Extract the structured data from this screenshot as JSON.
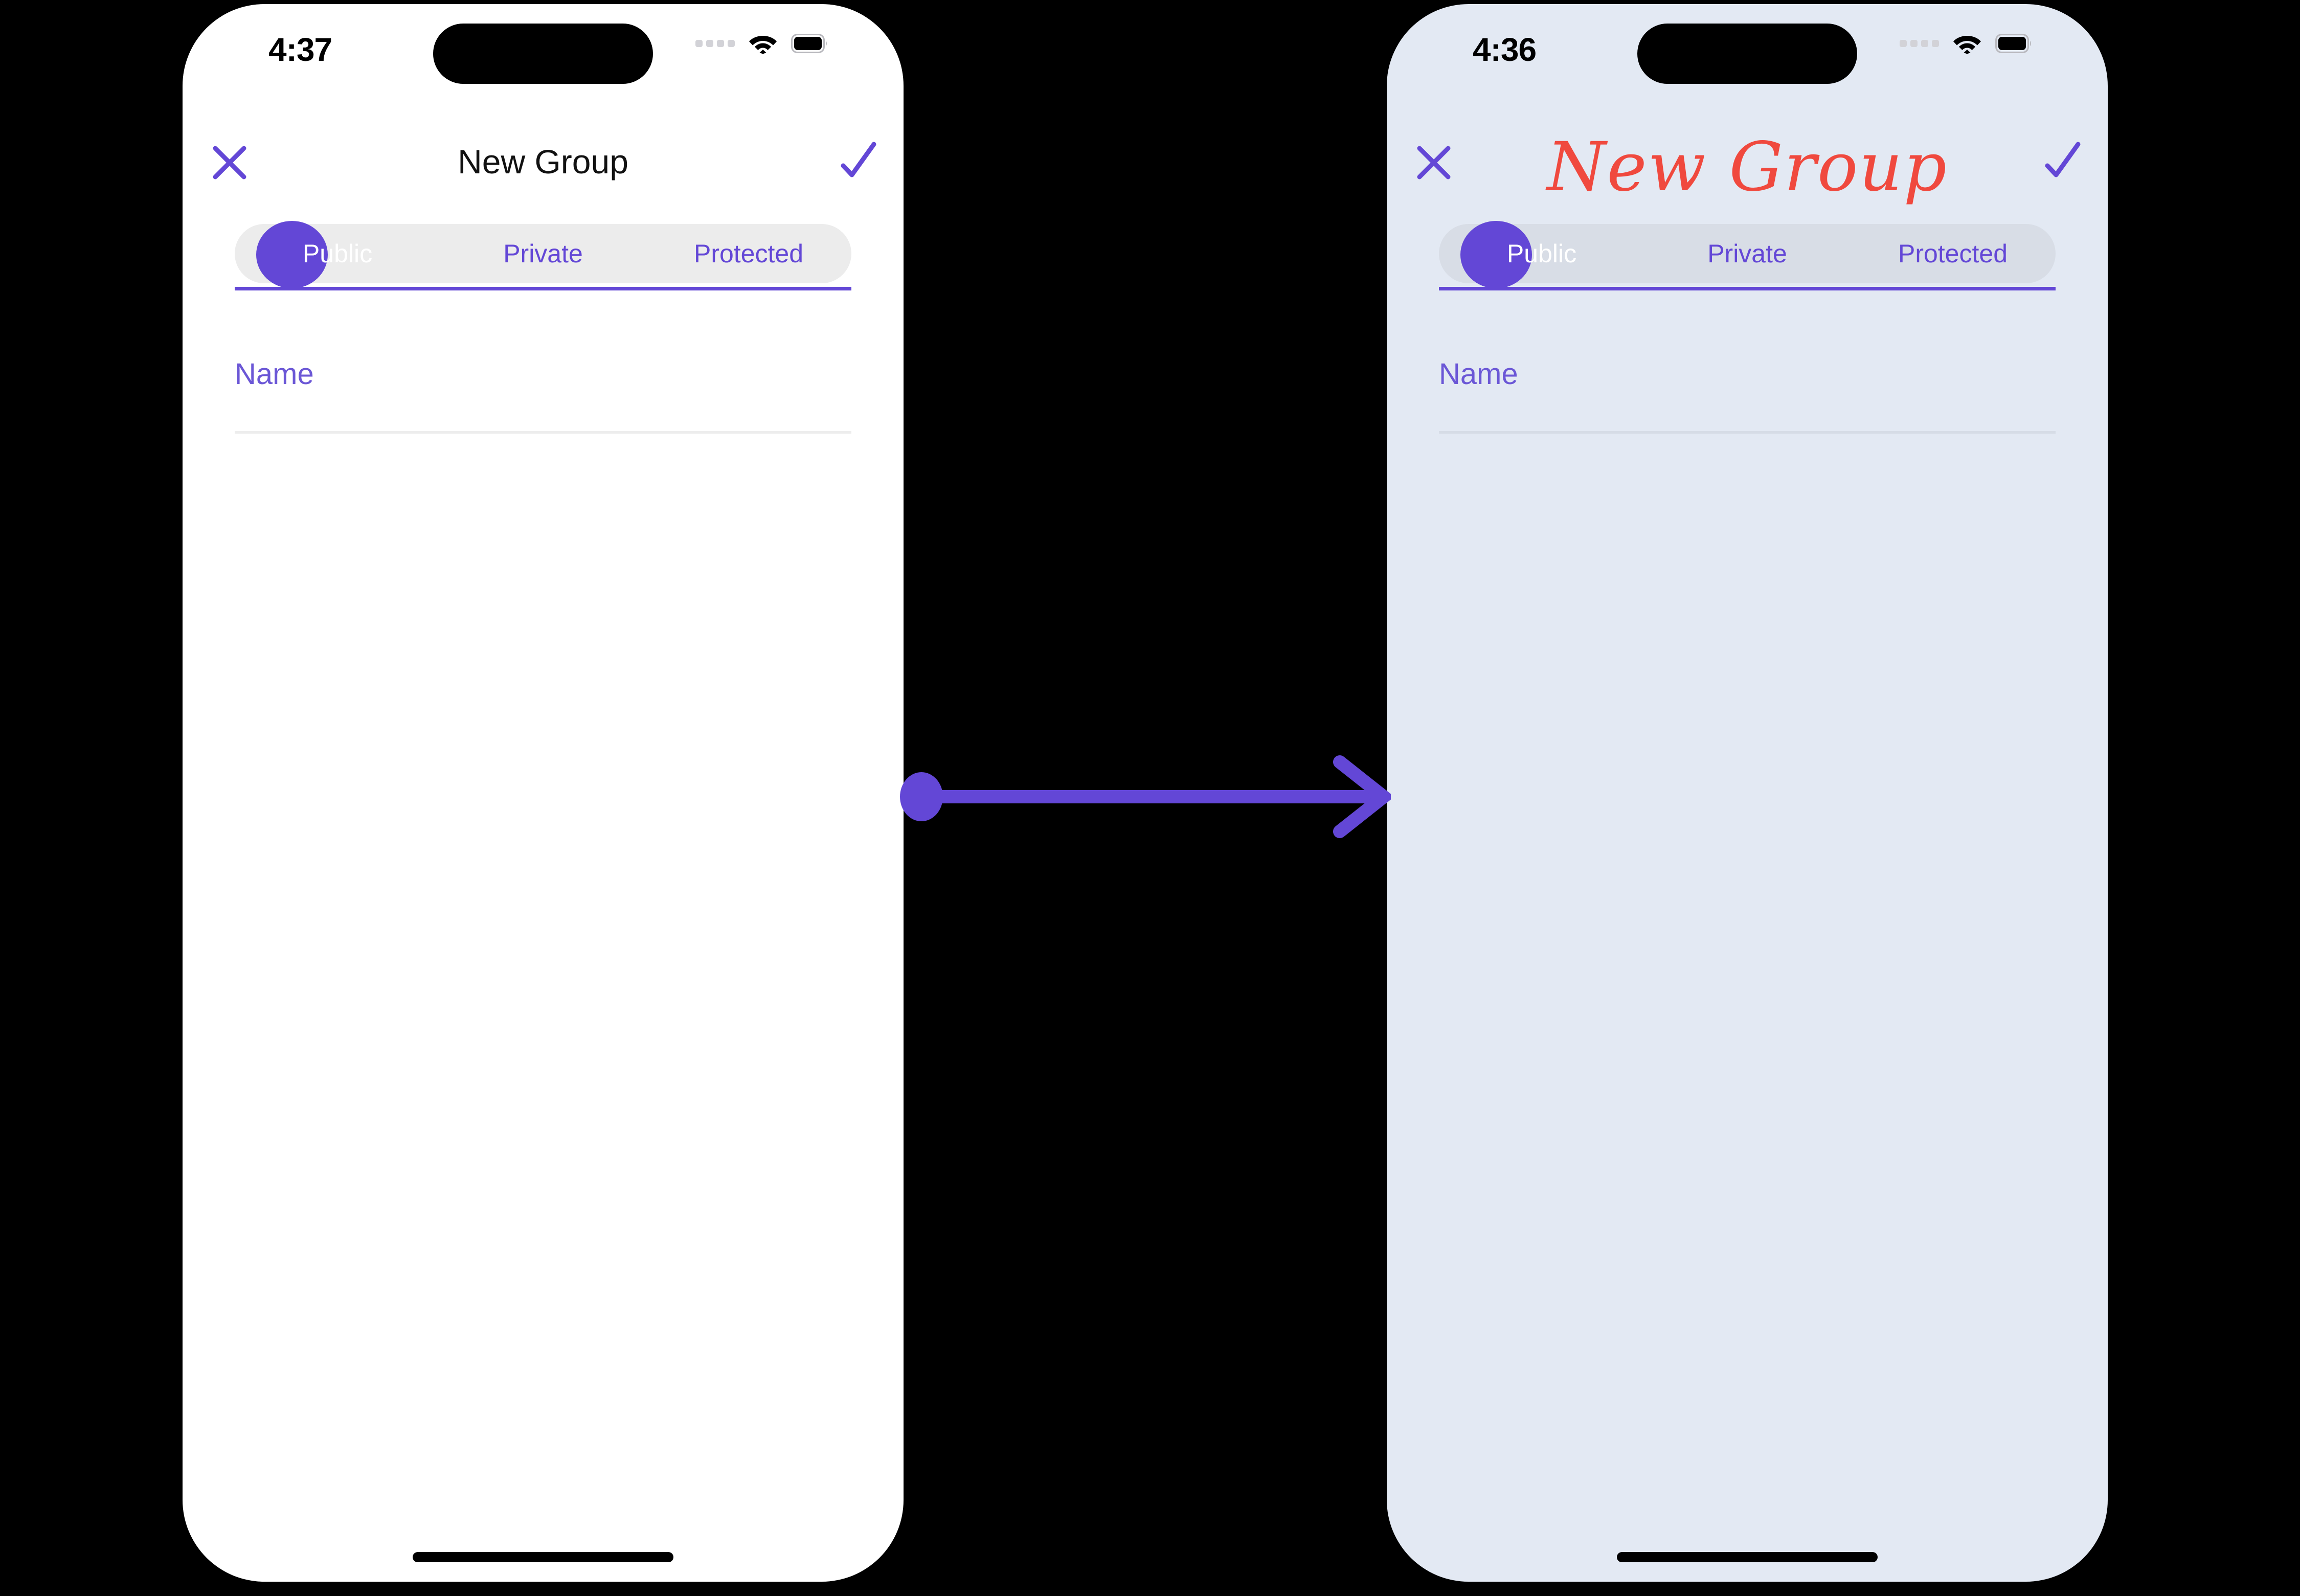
{
  "accent": {
    "purple": "#6347D6",
    "red": "#F0493E",
    "left_screen_bg": "#FFFFFF",
    "right_screen_bg": "#E3E9F3",
    "left_seg_track": "#ECECEC",
    "right_seg_track": "#D8DDE6"
  },
  "screens": [
    {
      "id": "before",
      "status": {
        "time": "4:37",
        "cellular": "cellular-dots",
        "wifi": "wifi-icon",
        "battery": "battery-icon"
      },
      "nav": {
        "close_label": "close-icon",
        "title": "New Group",
        "confirm_label": "check-icon"
      },
      "segmented": {
        "options": [
          "Public",
          "Private",
          "Protected"
        ],
        "selected_index": 0,
        "selected": "Public"
      },
      "form": {
        "name_placeholder": "Name",
        "name_value": ""
      }
    },
    {
      "id": "after",
      "status": {
        "time": "4:36",
        "cellular": "cellular-dots",
        "wifi": "wifi-icon",
        "battery": "battery-icon"
      },
      "nav": {
        "close_label": "close-icon",
        "title": "New Group",
        "confirm_label": "check-icon"
      },
      "segmented": {
        "options": [
          "Public",
          "Private",
          "Protected"
        ],
        "selected_index": 0,
        "selected": "Public"
      },
      "form": {
        "name_placeholder": "Name",
        "name_value": ""
      }
    }
  ],
  "transition": {
    "icon": "arrow-right-icon",
    "color": "#6347D6"
  }
}
